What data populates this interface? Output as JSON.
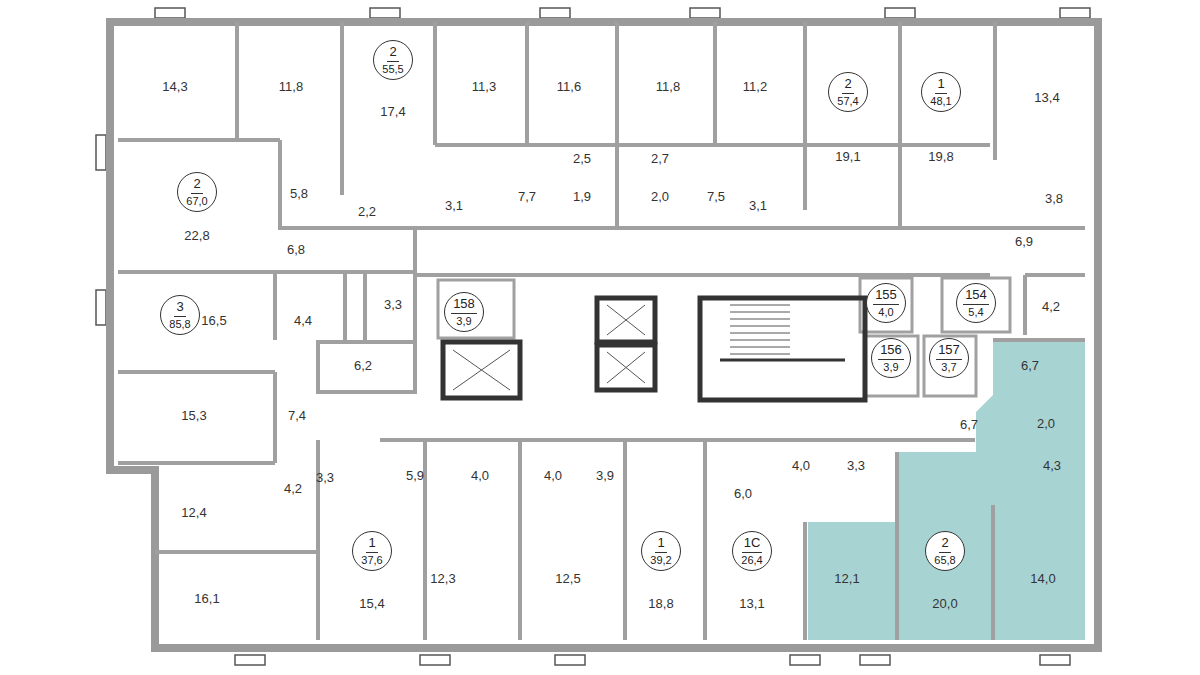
{
  "diagram": {
    "nodes": [
      {
        "text": [
          "2",
          "55,5"
        ]
      },
      {
        "text": [
          "2",
          "57,4"
        ]
      },
      {
        "text": [
          "1",
          "48,1"
        ]
      },
      {
        "text": [
          "2",
          "67,0"
        ]
      },
      {
        "text": [
          "158",
          "3,9"
        ]
      },
      {
        "text": [
          "155",
          "4,0"
        ]
      },
      {
        "text": [
          "154",
          "5,4"
        ]
      },
      {
        "text": [
          "3",
          "85,8"
        ]
      },
      {
        "text": [
          "156",
          "3,9"
        ]
      },
      {
        "text": [
          "157",
          "3,7"
        ]
      },
      {
        "text": [
          "1",
          "37,6"
        ]
      },
      {
        "text": [
          "1",
          "39,2"
        ]
      },
      {
        "text": [
          "1С",
          "26,4"
        ]
      },
      {
        "text": [
          "2",
          "65,8"
        ]
      }
    ],
    "labels": [
      "14,3",
      "11,8",
      "11,3",
      "11,6",
      "11,8",
      "11,2",
      "13,4",
      "17,4",
      "19,1",
      "19,8",
      "2,5",
      "2,7",
      "5,8",
      "7,7",
      "1,9",
      "2,0",
      "7,5",
      "3,8",
      "3,1",
      "3,1",
      "2,2",
      "22,8",
      "6,9",
      "6,8",
      "3,3",
      "4,2",
      "16,5",
      "4,4",
      "6,2",
      "6,7",
      "15,3",
      "7,4",
      "2,0",
      "6,7",
      "4,3",
      "4,0",
      "3,3",
      "5,9",
      "4,0",
      "4,0",
      "3,9",
      "3,3",
      "4,2",
      "6,0",
      "12,4",
      "12,3",
      "12,5",
      "12,1",
      "14,0",
      "16,1",
      "15,4",
      "18,8",
      "13,1",
      "20,0"
    ]
  }
}
